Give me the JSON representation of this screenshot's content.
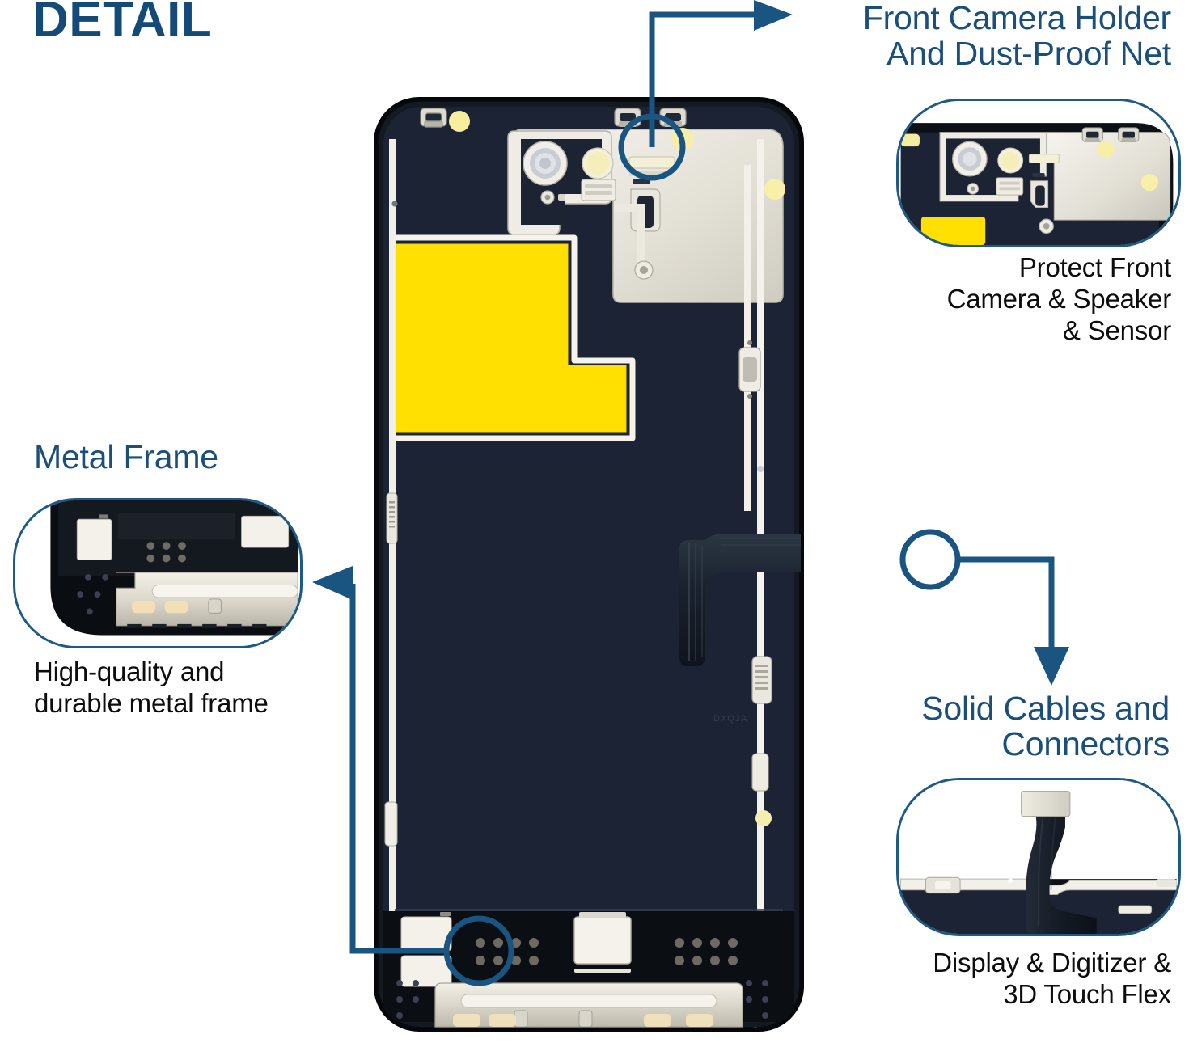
{
  "page": {
    "title": "DETAIL",
    "accent_blue": "#134a77",
    "line_blue": "#1a5480",
    "caption_black": "#0d0d0d",
    "background": "#ffffff",
    "adhesive_yellow": "#ffe000",
    "body_navy": "#1b2334",
    "frame_silver": "#e8e6df"
  },
  "features": [
    {
      "id": "front-camera-holder",
      "heading": "Front Camera Holder\nAnd Dust-Proof Net",
      "heading_line1": "Front Camera Holder",
      "heading_line2": "And Dust-Proof Net",
      "caption": "Protect Front\nCamera & Speaker\n& Sensor",
      "caption_line1": "Protect Front",
      "caption_line2": "Camera & Speaker",
      "caption_line3": "& Sensor",
      "marker": "circle-callout",
      "arrow": "arrow-right",
      "inset_name": "camera-holder-closeup"
    },
    {
      "id": "metal-frame",
      "heading": "Metal Frame",
      "heading_line1": "Metal Frame",
      "caption": "High-quality and\ndurable metal frame",
      "caption_line1": "High-quality and",
      "caption_line2": "durable metal frame",
      "marker": "circle-callout",
      "arrow": "arrow-left",
      "inset_name": "metal-frame-closeup"
    },
    {
      "id": "solid-cables-connectors",
      "heading": "Solid Cables and\nConnectors",
      "heading_line1": "Solid Cables and",
      "heading_line2": "Connectors",
      "caption": "Display & Digitizer &\n3D Touch Flex",
      "caption_line1": "Display & Digitizer &",
      "caption_line2": "3D Touch Flex",
      "marker": "circle-callout",
      "arrow": "arrow-down",
      "inset_name": "cable-connector-closeup"
    }
  ],
  "product": {
    "name": "iPhone LCD screen assembly back view",
    "parts_visible": [
      "front-camera-holder",
      "dust-proof-net",
      "proximity-sensor",
      "earpiece-speaker-mesh",
      "yellow-adhesive-tape",
      "metal-shield-plate",
      "display-flex-cable",
      "digitizer-connector-pad",
      "metal-frame-bar",
      "screw-bracket-clips",
      "dot-matrix-vents"
    ]
  }
}
